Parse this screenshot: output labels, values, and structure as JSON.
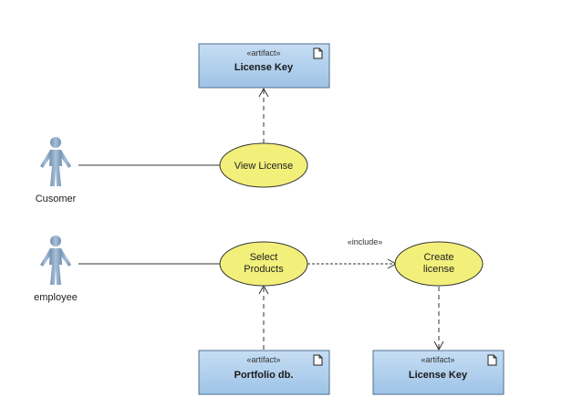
{
  "actors": {
    "customer": {
      "label": "Cusomer"
    },
    "employee": {
      "label": "employee"
    }
  },
  "use_cases": {
    "view_license": {
      "label": "View License"
    },
    "select_products": {
      "line1": "Select",
      "line2": "Products"
    },
    "create_license": {
      "line1": "Create",
      "line2": "license"
    }
  },
  "artifacts": {
    "license_key_top": {
      "stereotype": "«artifact»",
      "name": "License Key"
    },
    "portfolio_db": {
      "stereotype": "«artifact»",
      "name": "Portfolio db."
    },
    "license_key_bottom": {
      "stereotype": "«artifact»",
      "name": "License Key"
    }
  },
  "relations": {
    "include_label": "«include»"
  },
  "colors": {
    "actor": "#8aa7c4",
    "use_case_fill": "#f2f07a",
    "artifact_fill": "#a9cbea",
    "line": "#333333"
  }
}
